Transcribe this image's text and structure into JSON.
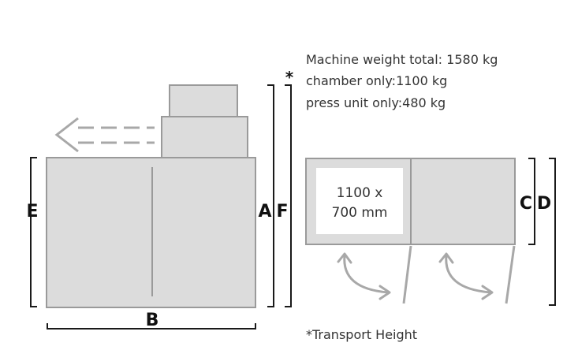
{
  "notes": {
    "weight_total": "Machine weight total: 1580 kg",
    "chamber_only": "chamber only:1100 kg",
    "press_only": "press unit only:480 kg",
    "transport_marker": "*",
    "transport_note": "*Transport Height"
  },
  "dimensions": {
    "a": "A",
    "b": "B",
    "c": "C",
    "d": "D",
    "e": "E",
    "f": "F"
  },
  "chamber": {
    "size_line1": "1100 x",
    "size_line2": "700 mm"
  },
  "colors": {
    "panel_fill": "#dcdcdc",
    "panel_stroke": "#9a9a9a",
    "arrow_gray": "#a8a8a8",
    "bracket": "#1a1a1a"
  }
}
